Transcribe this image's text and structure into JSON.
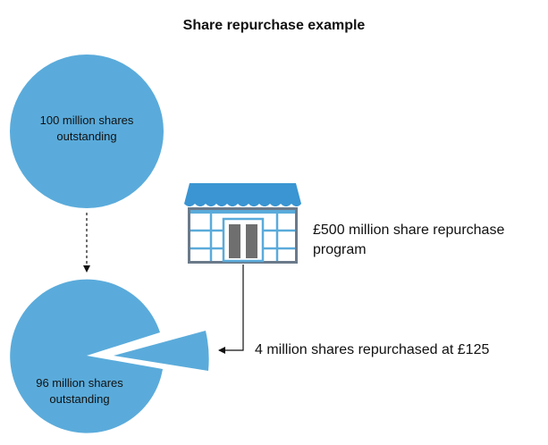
{
  "title": "Share repurchase example",
  "before": {
    "label_line1": "100 million shares",
    "label_line2": "outstanding"
  },
  "after": {
    "label_line1": "96 million shares",
    "label_line2": "outstanding"
  },
  "program": {
    "label_line1": "£500 million share repurchase",
    "label_line2": "program"
  },
  "repurchased": {
    "label": "4 million shares repurchased at £125"
  },
  "colors": {
    "share_blue": "#5aabdb",
    "awning_blue": "#3a95d2",
    "store_frame": "#6b7a8a",
    "door_gray": "#6f6f6f",
    "arrow": "#111111"
  },
  "icons": {
    "store": "storefront-icon"
  }
}
